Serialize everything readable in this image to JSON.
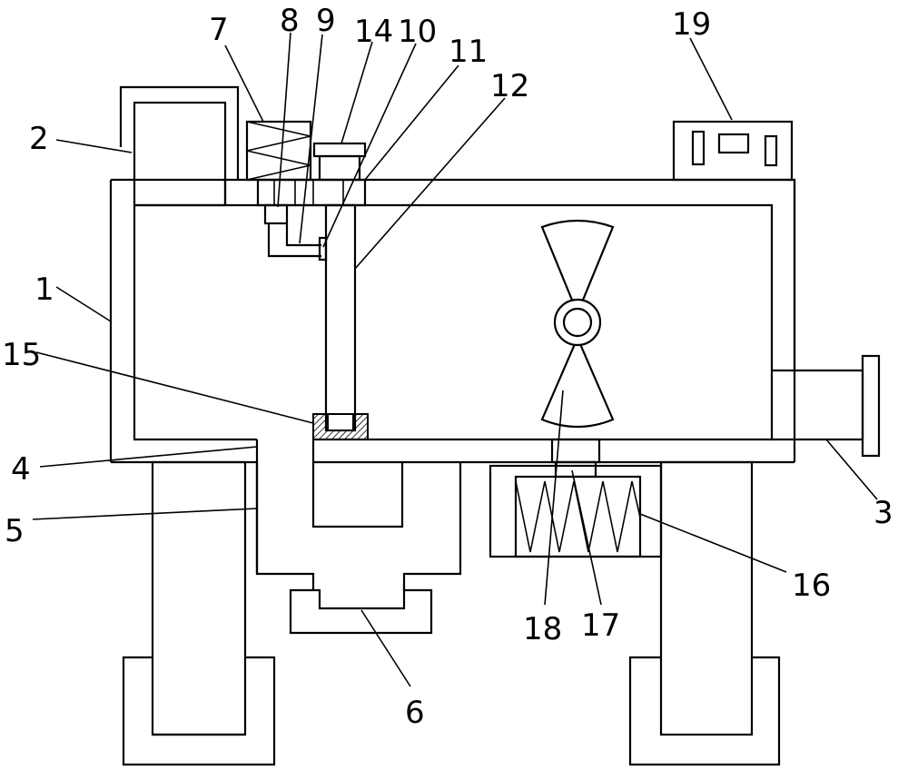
{
  "colors": {
    "stroke": "#000000",
    "background": "#ffffff"
  },
  "labels": {
    "l1": "1",
    "l2": "2",
    "l3": "3",
    "l4": "4",
    "l5": "5",
    "l6": "6",
    "l7": "7",
    "l8": "8",
    "l9": "9",
    "l10": "10",
    "l11": "11",
    "l12": "12",
    "l14": "14",
    "l15": "15",
    "l16": "16",
    "l17": "17",
    "l18": "18",
    "l19": "19"
  }
}
